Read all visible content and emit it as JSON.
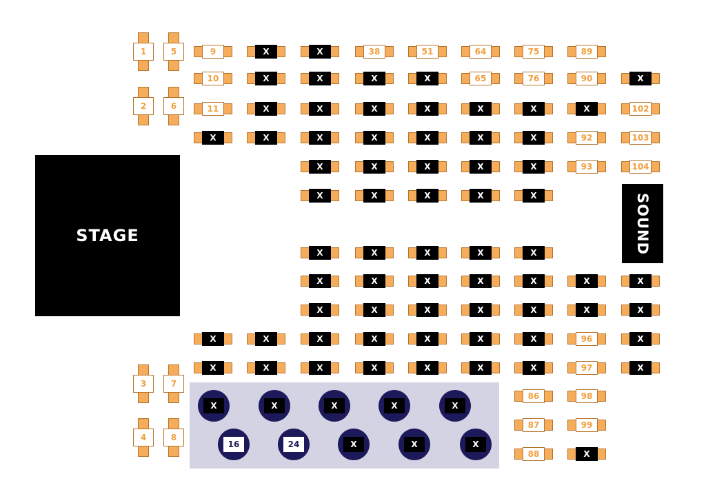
{
  "stage_label": "STAGE",
  "sound_label": "SOUND",
  "colors": {
    "seat": "#f5ad5c",
    "taken": "#000000",
    "available": "#ffffff",
    "vip_area": "#d4d3e4",
    "vip_table": "#1d1a5c"
  },
  "booths": [
    "1",
    "5",
    "2",
    "6",
    "3",
    "7",
    "4",
    "8"
  ],
  "rows": [
    [
      "9",
      "X",
      "X",
      "38",
      "51",
      "64",
      "75",
      "89"
    ],
    [
      "10",
      "X",
      "X",
      "X",
      "X",
      "65",
      "76",
      "90",
      "X"
    ],
    [
      "11",
      "X",
      "X",
      "X",
      "X",
      "X",
      "X",
      "X",
      "102"
    ],
    [
      "X",
      "X",
      "X",
      "X",
      "X",
      "X",
      "X",
      "92",
      "103"
    ],
    [
      "X",
      "X",
      "X",
      "X",
      "X",
      "93",
      "104"
    ],
    [
      "X",
      "X",
      "X",
      "X",
      "X"
    ],
    [
      "X",
      "X",
      "X",
      "X",
      "X"
    ],
    [
      "X",
      "X",
      "X",
      "X",
      "X",
      "X",
      "X"
    ],
    [
      "X",
      "X",
      "X",
      "X",
      "X",
      "X",
      "X"
    ],
    [
      "X",
      "X",
      "X",
      "X",
      "X",
      "X",
      "X",
      "96",
      "X"
    ],
    [
      "X",
      "X",
      "X",
      "X",
      "X",
      "X",
      "X",
      "97",
      "X"
    ],
    [
      "86",
      "98"
    ],
    [
      "87",
      "99"
    ],
    [
      "88",
      "X"
    ]
  ],
  "vip_tables": [
    "X",
    "X",
    "X",
    "X",
    "X",
    "16",
    "24",
    "X",
    "X",
    "X"
  ]
}
